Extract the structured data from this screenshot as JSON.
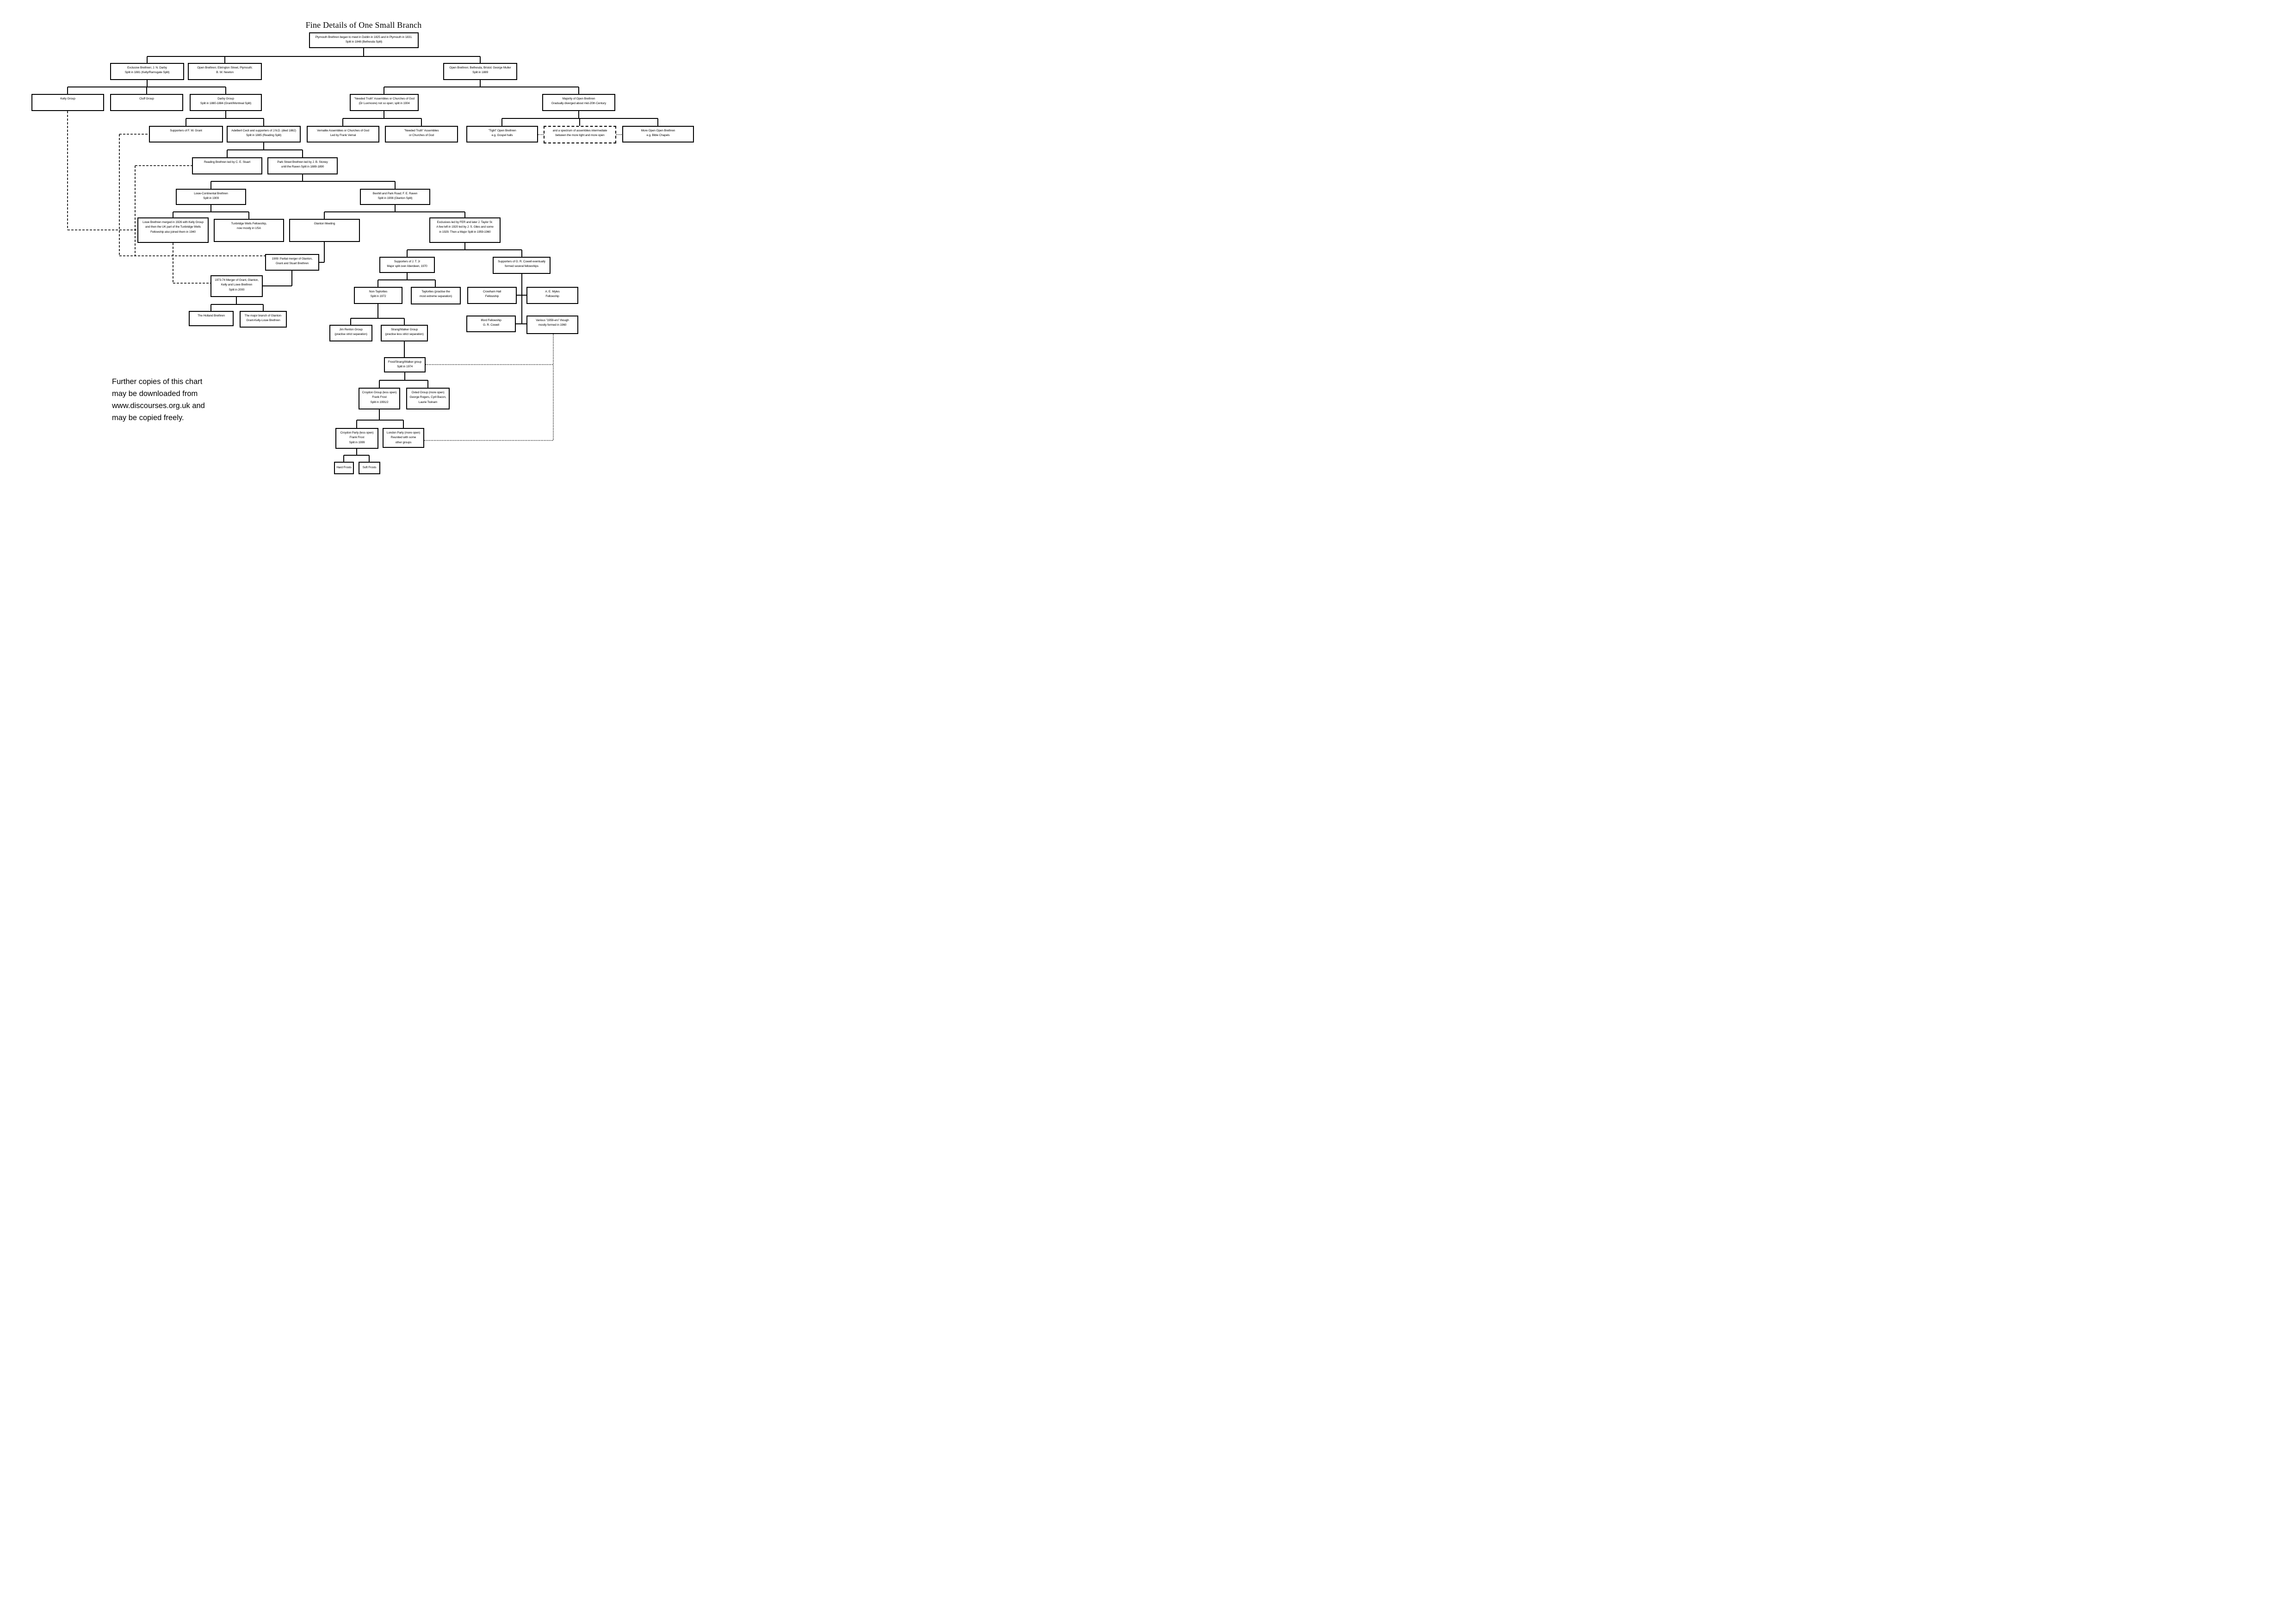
{
  "title": "Fine Details of One Small Branch",
  "footer": "Further copies of this chart\nmay be downloaded from\nwww.discourses.org.uk and\nmay be copied freely.",
  "nodes": {
    "plymouth": {
      "label": "Plymouth Brethren began to meet in Dublin in 1825 and in Plymouth in 1831.\nSplit in 1848 (Bethesda Split)"
    },
    "exclusive": {
      "label": "Exclusive Brethren; J. N. Darby\nSplit in 1881 (Kelly/Ramsgate Split)"
    },
    "ebrington": {
      "label": "Open Brethren; Ebrington Street, Plymouth;\nB. W. Newton"
    },
    "bethesda": {
      "label": "Open Brethren; Bethesda, Bristol; George Muller\nSplit in 1889"
    },
    "kelly": {
      "label": "Kelly Group"
    },
    "cluff": {
      "label": "Cluff Group"
    },
    "darby": {
      "label": "Darby Group\nSplit in 1880-1884 (Grant/Montreal Split)"
    },
    "needed_truth": {
      "label": "\"Needed Truth\" Assemblies or Churches of God\n(Dr Luxmoore)  not so open; split in 1904"
    },
    "majority": {
      "label": "Majority of Open Brethren\nGradually diverged about mid-20th Century"
    },
    "grant": {
      "label": "Supporters of F. W. Grant"
    },
    "cecil": {
      "label": "Adelbert Cecil and supporters of J.N.D. (died 1882)\nSplit in 1885 (Reading Split)"
    },
    "vernalite": {
      "label": "Vernalite Assemblies or Churches of God\nLed by Frank Vernal"
    },
    "nta": {
      "label": "\"Needed Truth\" Assemblies\nor Churches of God"
    },
    "tight": {
      "label": "\"Tight\" Open Brethren\ne.g. Gospel halls"
    },
    "spectrum": {
      "label": "and a spectrum of assemblies intermediate\nbetween the more tight and more open"
    },
    "more_open": {
      "label": "More Open Open Brethren\ne.g. Bible Chapels"
    },
    "reading": {
      "label": "Reading Brethren led by C. E. Stuart"
    },
    "park_street": {
      "label": "Park Street Brethren led by J. B. Stoney\nuntil the Raven Split in 1889-1890"
    },
    "lowe_continental": {
      "label": "Lowe-Continental Brethren\nSplit in 1909"
    },
    "bexhill": {
      "label": "Bexhill and Park Road; F. E. Raven\nSplit in 1908 (Glanton Split)"
    },
    "lowe_merged": {
      "label": "Lowe Brethren merged in 1926 with Kelly Group\nand then the UK part of the Tunbridge Wells\nFellowship also joined them in 1940"
    },
    "tunbridge": {
      "label": "Tunbridge Wells Fellowship,\nnow mostly in USA"
    },
    "glanton_meeting": {
      "label": "Glanton Meeting"
    },
    "fer": {
      "label": "Exclusives led by FER and later J. Taylor Sr.\nA few left in 1920 led by J. S. Giles and some\nin 1929. Then a Major Split in 1959-1960"
    },
    "merger_1909": {
      "label": "1909: Partial merger of Glanton,\nGrant and Stuart Brethren"
    },
    "jt_jr": {
      "label": "Supporters of J. T. Jr\nMajor split over Aberdeen, 1970"
    },
    "cowell": {
      "label": "Supporters of G. R. Cowell eventually\nformed several fellowships"
    },
    "merger_1973": {
      "label": "1973-74 Merger of Grant, Glanton,\nKelly and Lowe Brethren\nSplit in 2000"
    },
    "non_taylorites": {
      "label": "Non-Taylorites\nSplit in 1972"
    },
    "taylorites": {
      "label": "Taylorites (practise the\nmost extreme separation)"
    },
    "crowham": {
      "label": "Crowham Hall\nFellowship"
    },
    "myles": {
      "label": "A. E. Myles\nFellowship"
    },
    "holland": {
      "label": "The Holland Brethren"
    },
    "major_branch": {
      "label": "The major branch of Glanton-\nGrant-Kelly-Lowe Brethren"
    },
    "jim_renton": {
      "label": "Jim Renton Group\n(practise strict separation)"
    },
    "strang_walker": {
      "label": "Strang/Walker Group\n(practise less strict separation)"
    },
    "ilford": {
      "label": "Ilford Fellowship\nG. R. Cowell"
    },
    "various_1959": {
      "label": "Various \"1959-ers\" though\nmostly formed in 1960"
    },
    "frost_sw": {
      "label": "Frost/Strang/Walker group\nSplit in 1974"
    },
    "croydon_group": {
      "label": "Croydon Group (less open)\nFrank Frost\nSplit in 1991/2"
    },
    "oxted": {
      "label": "Oxted Group (more open)\nGeorge Rogers, Cyril Bacon,\nLaurie Twinam"
    },
    "croydon_party": {
      "label": "Croydon Party (less open)\nFrank Frost\nSplit in 1999"
    },
    "london_party": {
      "label": "London Party (more open)\nReunited with some\nother groups"
    },
    "hard_frosts": {
      "label": "Hard Frosts"
    },
    "soft_frosts": {
      "label": "Soft Frosts"
    }
  },
  "colors": {
    "ink": "#000000",
    "background": "#ffffff"
  }
}
